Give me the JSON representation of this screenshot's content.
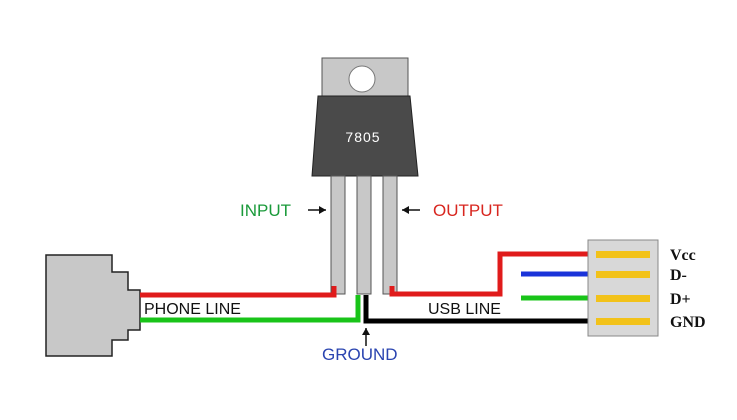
{
  "regulator": {
    "part_number": "7805"
  },
  "labels": {
    "input": "INPUT",
    "output": "OUTPUT",
    "ground": "GROUND",
    "phone_line": "PHONE LINE",
    "usb_line": "USB LINE"
  },
  "usb_pins": [
    "Vcc",
    "D-",
    "D+",
    "GND"
  ],
  "colors": {
    "red_wire": "#e01b1b",
    "green_wire": "#19c419",
    "blue_wire": "#1a33d9",
    "black_wire": "#000000",
    "regulator_body": "#4a4a4a",
    "heatsink_tab": "#c8c8c8",
    "usb_contacts": "#f2c21a"
  }
}
